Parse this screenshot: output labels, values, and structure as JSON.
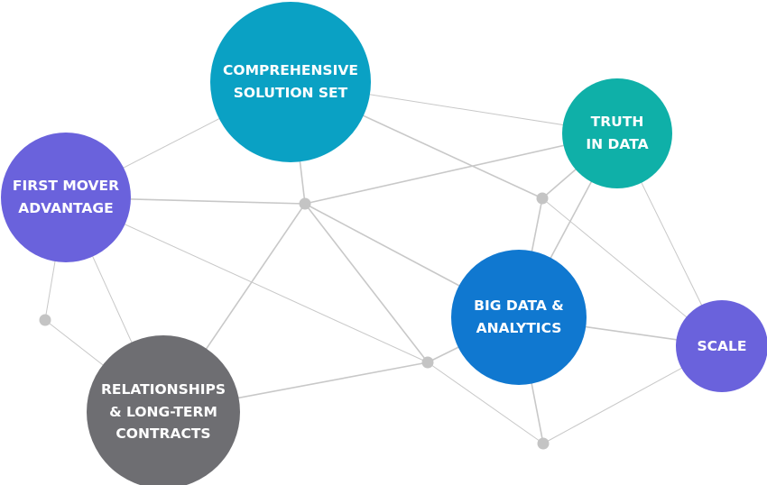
{
  "diagram": {
    "nodes": {
      "comprehensive": "COMPREHENSIVE\nSOLUTION SET",
      "truth": "TRUTH\nIN DATA",
      "first_mover": "FIRST  MOVER\nADVANTAGE",
      "big_data": "BIG DATA &\nANALYTICS",
      "scale": "SCALE",
      "relationships": "RELATIONSHIPS\n& LONG-TERM\nCONTRACTS"
    },
    "colors": {
      "comprehensive": "#0aa1c4",
      "truth": "#0fb0a8",
      "first_mover": "#6a62dc",
      "big_data": "#1078d0",
      "scale": "#6a62dc",
      "relationships": "#6e6e72",
      "edge": "#c8c8c8",
      "junction": "#c4c4c4"
    }
  }
}
